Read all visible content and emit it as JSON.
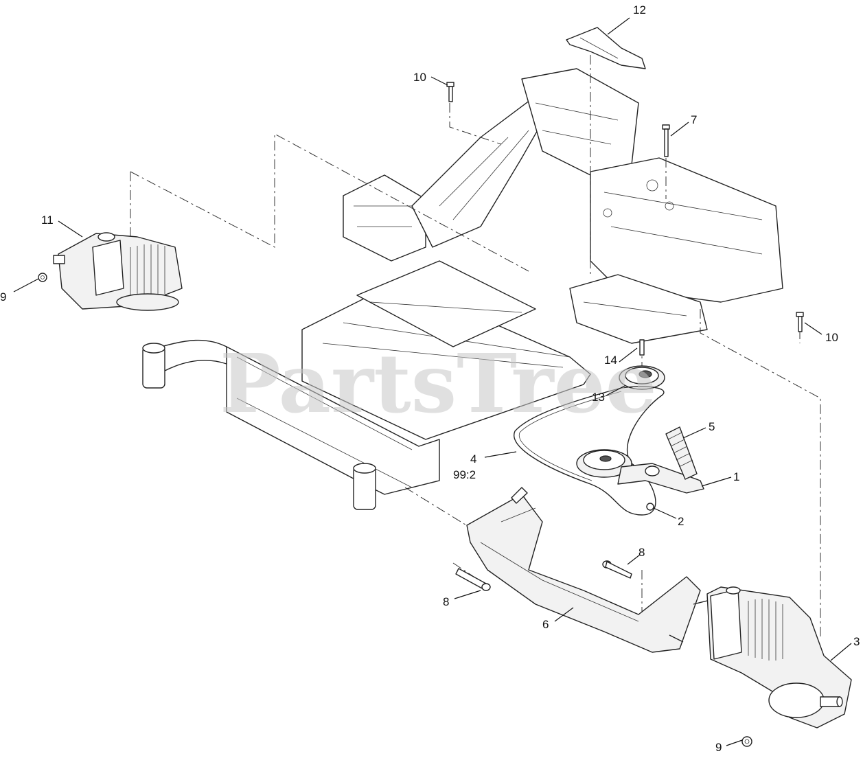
{
  "watermark": "PartsTree",
  "callouts": [
    {
      "id": "c1",
      "label": "1"
    },
    {
      "id": "c2",
      "label": "2"
    },
    {
      "id": "c3",
      "label": "3"
    },
    {
      "id": "c4",
      "label": "4"
    },
    {
      "id": "c4b",
      "label": "99:2"
    },
    {
      "id": "c5",
      "label": "5"
    },
    {
      "id": "c6",
      "label": "6"
    },
    {
      "id": "c7",
      "label": "7"
    },
    {
      "id": "c8a",
      "label": "8"
    },
    {
      "id": "c8b",
      "label": "8"
    },
    {
      "id": "c9a",
      "label": "9"
    },
    {
      "id": "c9b",
      "label": "9"
    },
    {
      "id": "c10a",
      "label": "10"
    },
    {
      "id": "c10b",
      "label": "10"
    },
    {
      "id": "c11",
      "label": "11"
    },
    {
      "id": "c12",
      "label": "12"
    },
    {
      "id": "c13",
      "label": "13"
    },
    {
      "id": "c14",
      "label": "14"
    }
  ]
}
